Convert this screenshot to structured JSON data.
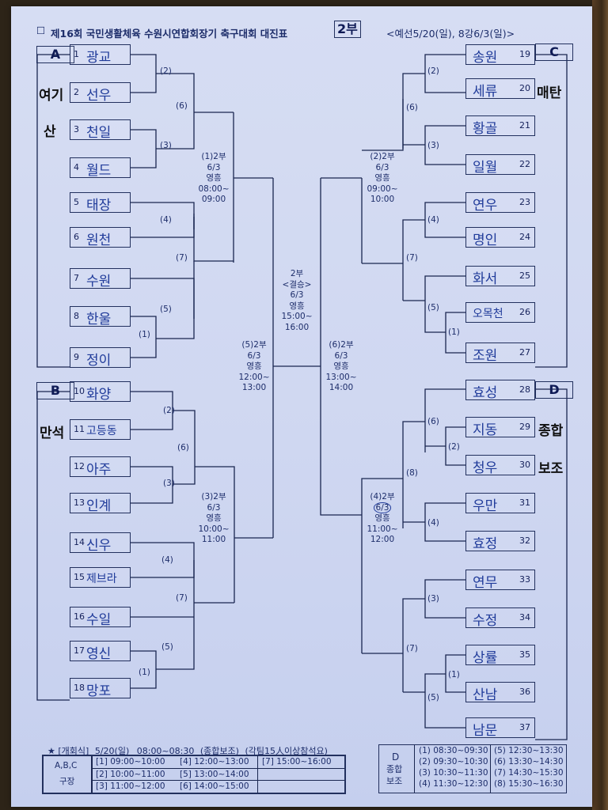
{
  "header": {
    "checkbox": "☐",
    "title": "제16회 국민생활체육 수원시연합회장기 축구대회 대진표",
    "division": "2부",
    "schedule_note": "<예선5/20(일), 8강6/3(일)>"
  },
  "groups": {
    "A": {
      "label": "A",
      "venue_line1": "여기",
      "venue_line2": "산"
    },
    "B": {
      "label": "B",
      "venue_line1": "만석"
    },
    "C": {
      "label": "C",
      "venue_line1": "매탄"
    },
    "D": {
      "label": "D",
      "venue_line1": "종합",
      "venue_line2": "보조"
    }
  },
  "teams_left": [
    {
      "num": "1",
      "name": "광교"
    },
    {
      "num": "2",
      "name": "선우"
    },
    {
      "num": "3",
      "name": "천일"
    },
    {
      "num": "4",
      "name": "월드"
    },
    {
      "num": "5",
      "name": "태장"
    },
    {
      "num": "6",
      "name": "원천"
    },
    {
      "num": "7",
      "name": "수원"
    },
    {
      "num": "8",
      "name": "한울"
    },
    {
      "num": "9",
      "name": "정이"
    },
    {
      "num": "10",
      "name": "화양"
    },
    {
      "num": "11",
      "name": "고등동"
    },
    {
      "num": "12",
      "name": "아주"
    },
    {
      "num": "13",
      "name": "인계"
    },
    {
      "num": "14",
      "name": "신우"
    },
    {
      "num": "15",
      "name": "제브라"
    },
    {
      "num": "16",
      "name": "수일"
    },
    {
      "num": "17",
      "name": "영신"
    },
    {
      "num": "18",
      "name": "망포"
    }
  ],
  "teams_right": [
    {
      "num": "19",
      "name": "송원"
    },
    {
      "num": "20",
      "name": "세류"
    },
    {
      "num": "21",
      "name": "황골"
    },
    {
      "num": "22",
      "name": "일월"
    },
    {
      "num": "23",
      "name": "연우"
    },
    {
      "num": "24",
      "name": "명인"
    },
    {
      "num": "25",
      "name": "화서"
    },
    {
      "num": "26",
      "name": "오목천"
    },
    {
      "num": "27",
      "name": "조원"
    },
    {
      "num": "28",
      "name": "효성"
    },
    {
      "num": "29",
      "name": "지동"
    },
    {
      "num": "30",
      "name": "청우"
    },
    {
      "num": "31",
      "name": "우만"
    },
    {
      "num": "32",
      "name": "효정"
    },
    {
      "num": "33",
      "name": "연무"
    },
    {
      "num": "34",
      "name": "수정"
    },
    {
      "num": "35",
      "name": "상률"
    },
    {
      "num": "36",
      "name": "산남"
    },
    {
      "num": "37",
      "name": "남문"
    }
  ],
  "match_labels": {
    "L1": "(2)",
    "L2": "(6)",
    "L3": "(3)",
    "L4": "(4)",
    "L5": "(7)",
    "L6": "(5)",
    "L7": "(1)",
    "L8": "(2)",
    "L9": "(6)",
    "L10": "(3)",
    "L11": "(4)",
    "L12": "(7)",
    "L13": "(5)",
    "L14": "(1)",
    "R1": "(2)",
    "R2": "(6)",
    "R3": "(3)",
    "R4": "(4)",
    "R5": "(7)",
    "R6": "(5)",
    "R7": "(1)",
    "R8": "(6)",
    "R9": "(2)",
    "R10": "(8)",
    "R11": "(4)",
    "R12": "(3)",
    "R13": "(7)",
    "R14": "(1)",
    "R15": "(5)"
  },
  "quarterfinals": {
    "q1": {
      "l1": "(1)2부",
      "l2": "6/3",
      "l3": "영흥",
      "l4": "08:00~",
      "l5": "09:00"
    },
    "q2": {
      "l1": "(2)2부",
      "l2": "6/3",
      "l3": "영흥",
      "l4": "09:00~",
      "l5": "10:00"
    },
    "q3": {
      "l1": "(3)2부",
      "l2": "6/3",
      "l3": "영흥",
      "l4": "10:00~",
      "l5": "11:00"
    },
    "q4": {
      "l1": "(4)2부",
      "l2": "6/3",
      "l3": "영흥",
      "l4": "11:00~",
      "l5": "12:00"
    }
  },
  "semifinals": {
    "s5": {
      "l1": "(5)2부",
      "l2": "6/3",
      "l3": "영흥",
      "l4": "12:00~",
      "l5": "13:00"
    },
    "s6": {
      "l1": "(6)2부",
      "l2": "6/3",
      "l3": "영흥",
      "l4": "13:00~",
      "l5": "14:00"
    }
  },
  "final": {
    "l1": "2부",
    "l2": "<결승>",
    "l3": "6/3",
    "l4": "영흥",
    "l5": "15:00~",
    "l6": "16:00"
  },
  "schedule_abc": {
    "header_star": "★",
    "header_opening": "[개회식]",
    "header_date": "5/20(일)",
    "header_time": "08:00~08:30",
    "header_place": "(종합보조)",
    "header_note": "(각팀15人이상참석요)",
    "venue_line1": "A,B,C",
    "venue_line2": "구장",
    "slots": [
      {
        "n": "[1]",
        "t": "09:00~10:00"
      },
      {
        "n": "[2]",
        "t": "10:00~11:00"
      },
      {
        "n": "[3]",
        "t": "11:00~12:00"
      },
      {
        "n": "[4]",
        "t": "12:00~13:00"
      },
      {
        "n": "[5]",
        "t": "13:00~14:00"
      },
      {
        "n": "[6]",
        "t": "14:00~15:00"
      },
      {
        "n": "[7]",
        "t": "15:00~16:00"
      }
    ]
  },
  "schedule_d": {
    "label1": "D",
    "label2": "종합",
    "label3": "보조",
    "slots": [
      {
        "n": "(1)",
        "t": "08:30~09:30"
      },
      {
        "n": "(2)",
        "t": "09:30~10:30"
      },
      {
        "n": "(3)",
        "t": "10:30~11:30"
      },
      {
        "n": "(4)",
        "t": "11:30~12:30"
      },
      {
        "n": "(5)",
        "t": "12:30~13:30"
      },
      {
        "n": "(6)",
        "t": "13:30~14:30"
      },
      {
        "n": "(7)",
        "t": "14:30~15:30"
      },
      {
        "n": "(8)",
        "t": "15:30~16:30"
      }
    ]
  }
}
